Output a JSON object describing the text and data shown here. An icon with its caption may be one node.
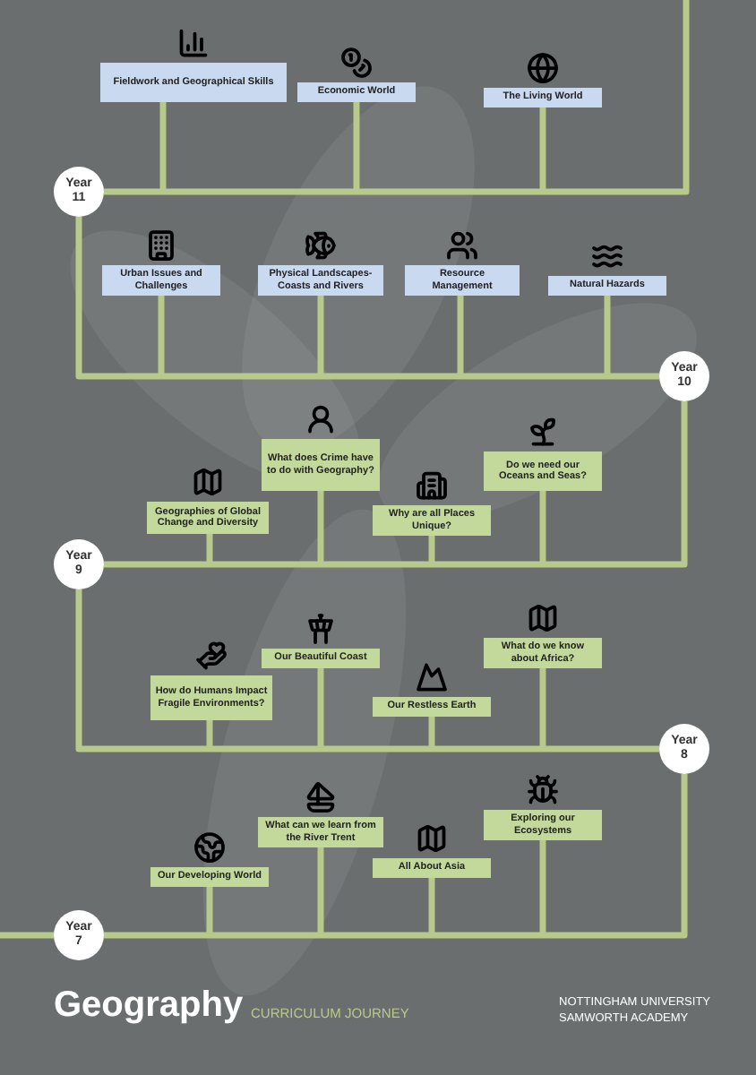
{
  "diagram": {
    "title": "Geography",
    "nodes": [
      {
        "text": [
          "Fieldwork and Geographical Skills"
        ]
      },
      {
        "text": [
          "Economic World"
        ]
      },
      {
        "text": [
          "The Living World"
        ]
      },
      {
        "text": [
          "Year 11"
        ]
      },
      {
        "text": [
          "Urban Issues and Challenges"
        ]
      },
      {
        "text": [
          "Physical Landscapes- Coasts and Rivers"
        ]
      },
      {
        "text": [
          "Resource Management"
        ]
      },
      {
        "text": [
          "Natural Hazards"
        ]
      },
      {
        "text": [
          "Year 10"
        ]
      },
      {
        "text": [
          "What does Crime have to do with Geography?"
        ]
      },
      {
        "text": [
          "Do we need our Oceans and Seas?"
        ]
      },
      {
        "text": [
          "Geographies of Global Change and Diversity"
        ]
      },
      {
        "text": [
          "Why are all Places Unique?"
        ]
      },
      {
        "text": [
          "Year 9"
        ]
      },
      {
        "text": [
          "What do we know about Africa?"
        ]
      },
      {
        "text": [
          "Our Beautiful Coast"
        ]
      },
      {
        "text": [
          "How do Humans Impact Fragile Environments?"
        ]
      },
      {
        "text": [
          "Our Restless Earth"
        ]
      },
      {
        "text": [
          "Year 8"
        ]
      },
      {
        "text": [
          "Exploring our Ecosystems"
        ]
      },
      {
        "text": [
          "What can we learn from the River Trent"
        ]
      },
      {
        "text": [
          "All About Asia"
        ]
      },
      {
        "text": [
          "Our Developing World"
        ]
      },
      {
        "text": [
          "Year 7"
        ]
      }
    ],
    "edges": [
      {
        "from": null,
        "to": 23,
        "arrow": "none"
      },
      {
        "from": 23,
        "to": 18,
        "arrow": "none"
      },
      {
        "from": 18,
        "to": 13,
        "arrow": "none"
      },
      {
        "from": 13,
        "to": 8,
        "arrow": "none"
      },
      {
        "from": 8,
        "to": 3,
        "arrow": "none"
      },
      {
        "from": 3,
        "to": null,
        "arrow": "none"
      },
      {
        "from": 0,
        "to": null,
        "arrow": "none"
      },
      {
        "from": 1,
        "to": null,
        "arrow": "none"
      },
      {
        "from": 2,
        "to": null,
        "arrow": "none"
      },
      {
        "from": 4,
        "to": null,
        "arrow": "none"
      },
      {
        "from": 5,
        "to": null,
        "arrow": "none"
      },
      {
        "from": 6,
        "to": null,
        "arrow": "none"
      },
      {
        "from": 7,
        "to": null,
        "arrow": "none"
      },
      {
        "from": 9,
        "to": null,
        "arrow": "none"
      },
      {
        "from": 10,
        "to": null,
        "arrow": "none"
      },
      {
        "from": 11,
        "to": null,
        "arrow": "none"
      },
      {
        "from": 12,
        "to": null,
        "arrow": "none"
      },
      {
        "from": 14,
        "to": null,
        "arrow": "none"
      },
      {
        "from": 15,
        "to": null,
        "arrow": "none"
      },
      {
        "from": 16,
        "to": null,
        "arrow": "none"
      },
      {
        "from": 17,
        "to": null,
        "arrow": "none"
      },
      {
        "from": 19,
        "to": null,
        "arrow": "none"
      },
      {
        "from": 20,
        "to": null,
        "arrow": "none"
      },
      {
        "from": 21,
        "to": null,
        "arrow": "none"
      },
      {
        "from": 22,
        "to": null,
        "arrow": "none"
      }
    ],
    "labels": [
      "CURRICULUM JOURNEY",
      "NOTTINGHAM UNIVERSITY SAMWORTH ACADEMY"
    ]
  }
}
